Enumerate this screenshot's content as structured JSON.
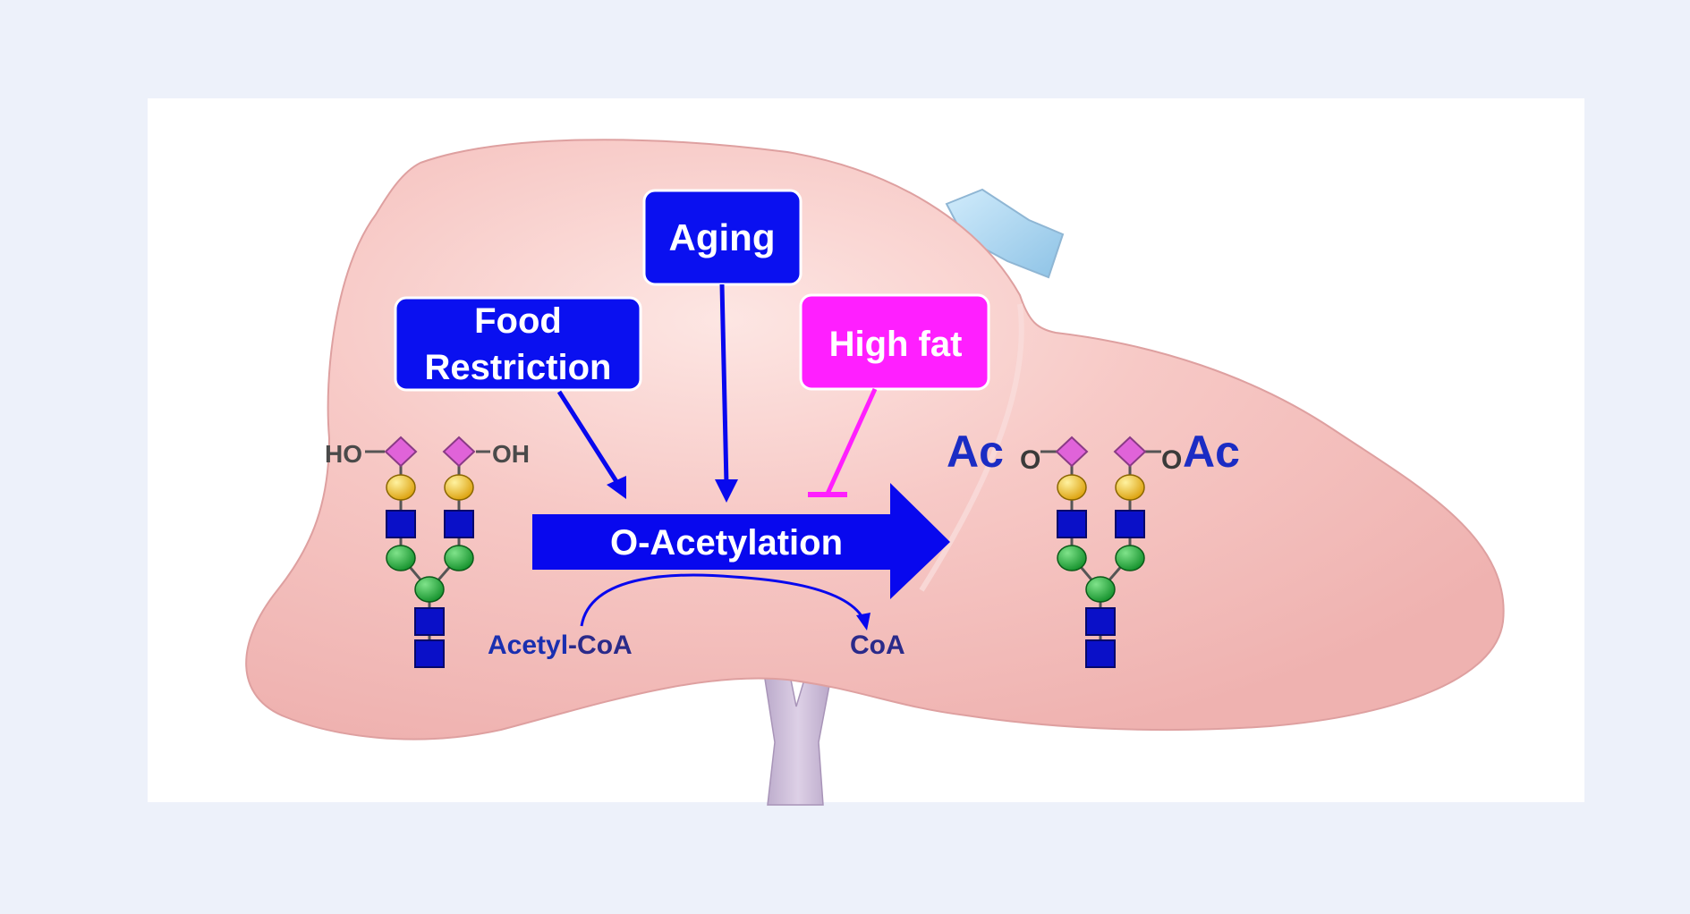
{
  "labels": {
    "food_restriction_line1": "Food",
    "food_restriction_line2": "Restriction",
    "aging": "Aging",
    "high_fat": "High fat",
    "o_acetylation": "O-Acetylation",
    "acetyl": "Acetyl",
    "acetyl_suffix": "-CoA",
    "coa": "CoA",
    "ho": "HO",
    "oh": "OH",
    "ac_left": "Ac",
    "o_left": "O",
    "o_right": "O",
    "ac_right": "Ac"
  },
  "colors": {
    "background": "#edf1fa",
    "panel": "#ffffff",
    "liver_fill": "#f4bcbc",
    "liver_edge": "#e4a2a2",
    "blue_box": "#0a10f0",
    "magenta_box": "#ff1fff",
    "arrow_blue": "#0808ee",
    "vessel_blue": "#a9d3ee",
    "vessel_purple": "#cdbed9",
    "sialic_acid": "#e063d9",
    "galactose": "#f0b400",
    "glcnac": "#0a10c8",
    "mannose": "#10a030"
  },
  "icons": {
    "sialic_acid": "pink-diamond",
    "galactose": "yellow-circle",
    "glcnac": "blue-square",
    "mannose": "green-circle"
  }
}
